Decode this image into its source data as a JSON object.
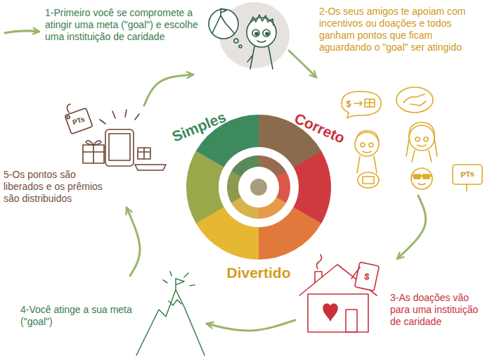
{
  "diagram": {
    "nodes": [
      {
        "text": [
          "1-Primeiro você se compromete a atingir uma meta (\"goal\") e escolhe uma instituição de caridade"
        ]
      },
      {
        "text": [
          "2-Os seus amigos te apoiam com incentivos ou doações e todos ganham pontos que ficam aguardando o \"goal\" ser atingido"
        ]
      },
      {
        "text": [
          "3-As doações vão para uma instituição de caridade"
        ]
      },
      {
        "text": [
          "4-Você atinge a sua meta (\"goal\")"
        ]
      },
      {
        "text": [
          "5-Os pontos são liberados e os prêmios são distribuidos"
        ]
      }
    ],
    "edges": [
      {
        "from": 0,
        "to": 1,
        "arrow": "to"
      },
      {
        "from": 1,
        "to": 2,
        "arrow": "to"
      },
      {
        "from": 2,
        "to": 3,
        "arrow": "to"
      },
      {
        "from": 3,
        "to": 4,
        "arrow": "to"
      },
      {
        "from": 4,
        "to": 0,
        "arrow": "to"
      }
    ],
    "labels": [
      "Simples",
      "Correto",
      "Divertido",
      "PTs",
      "PTs",
      "$",
      "$"
    ]
  }
}
